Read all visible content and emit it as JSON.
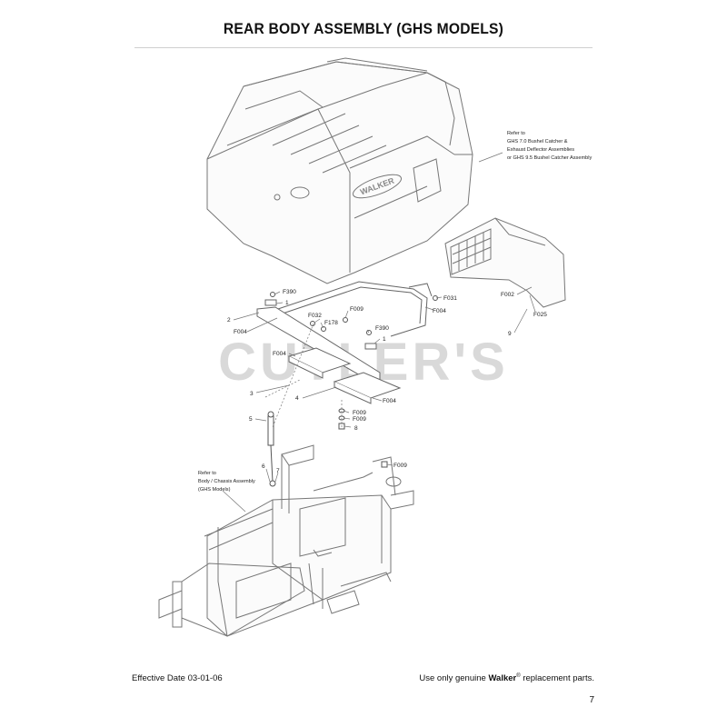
{
  "title": "REAR BODY ASSEMBLY (GHS MODELS)",
  "watermark": "CUTLER'S",
  "brand_badge": "WALKER",
  "notes": {
    "catcher": [
      "Refer to",
      "GHS 7.0 Bushel Catcher &",
      "Exhaust Deflector Assemblies",
      "or GHS 9.5 Bushel Catcher Assembly"
    ],
    "chassis": [
      "Refer to",
      "Body / Chassis Assembly",
      "(GHS Models)"
    ]
  },
  "callouts": {
    "f390a": "F390",
    "n1a": "1",
    "n2": "2",
    "f004a": "F004",
    "f032": "F032",
    "f178": "F178",
    "f009a": "F009",
    "f390b": "F390",
    "n1b": "1",
    "f031": "F031",
    "f004b": "F004",
    "f004c": "F004",
    "n3": "3",
    "n4": "4",
    "f004d": "F004",
    "f009b": "F009",
    "f009c": "F009",
    "n8": "8",
    "n5": "5",
    "n6": "6",
    "n7": "7",
    "f009d": "F009",
    "f002": "F002",
    "f025": "F025",
    "n9": "9"
  },
  "footer": {
    "effective_date": "Effective Date 03-01-06",
    "use_only": "Use only genuine",
    "brand": "Walker",
    "reg": "®",
    "replacement": "replacement parts.",
    "page_number": "7"
  }
}
